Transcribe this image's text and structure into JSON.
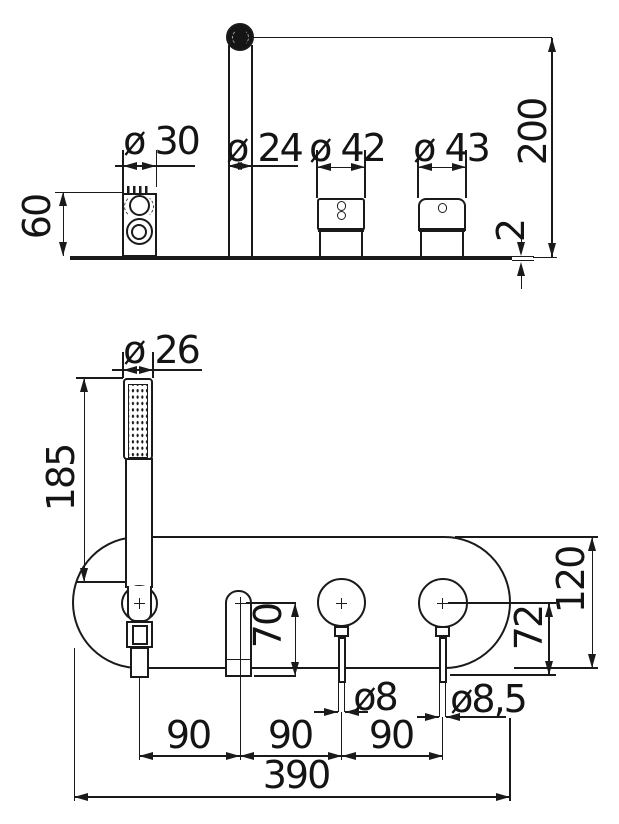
{
  "drawing": {
    "description": "Technical dimension drawing of a 4-hole deck-mounted bath mixer with hand shower: side elevation (top) and plan view (bottom)",
    "colors": {
      "line": "#1a1a1a",
      "background": "#ffffff"
    },
    "labels": {
      "side": {
        "d30": "ø 30",
        "d24": "ø 24",
        "d42": "ø 42",
        "d43": "ø 43",
        "h60": "60",
        "h200": "200",
        "t2": "2"
      },
      "plan": {
        "d26": "ø 26",
        "h185": "185",
        "h70": "70",
        "h120": "120",
        "h72": "72",
        "d8": "ø8",
        "d85": "ø8,5",
        "s90a": "90",
        "s90b": "90",
        "s90c": "90",
        "w390": "390"
      }
    }
  }
}
